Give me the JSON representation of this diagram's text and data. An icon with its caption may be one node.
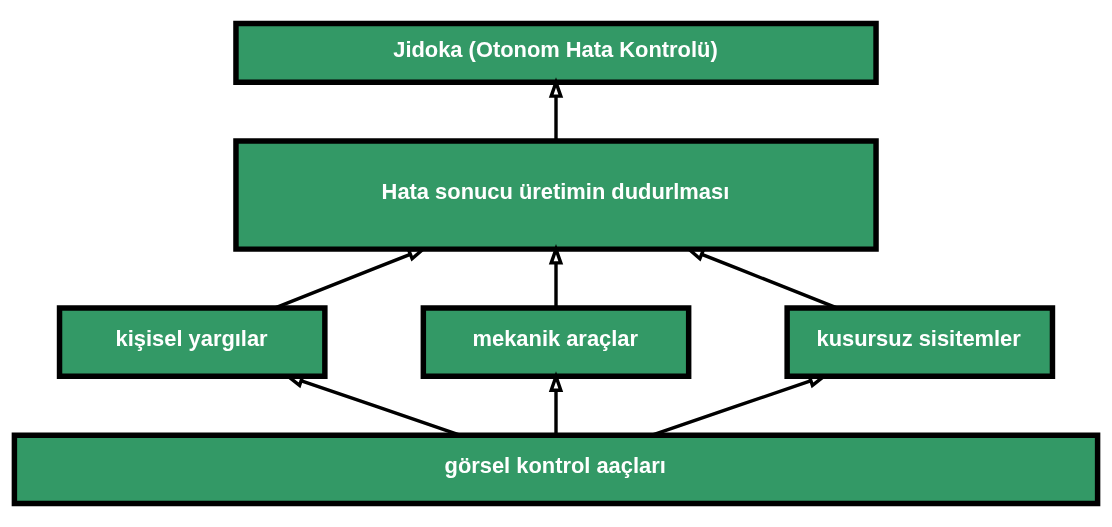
{
  "diagram": {
    "nodes": [
      {
        "text": [
          "Jidoka (Otonom Hata Kontrolü)"
        ]
      },
      {
        "text": [
          "Hata sonucu üretimin dudurlması"
        ]
      },
      {
        "text": [
          "kişisel yargılar"
        ]
      },
      {
        "text": [
          "mekanik araçlar"
        ]
      },
      {
        "text": [
          "kusursuz sisitemler"
        ]
      },
      {
        "text": [
          "görsel kontrol aaçları"
        ]
      }
    ],
    "edges": [
      {
        "from": 1,
        "to": 0,
        "arrow": "to"
      },
      {
        "from": 2,
        "to": 1,
        "arrow": "to"
      },
      {
        "from": 3,
        "to": 1,
        "arrow": "to"
      },
      {
        "from": 4,
        "to": 1,
        "arrow": "to"
      },
      {
        "from": 5,
        "to": 2,
        "arrow": "to"
      },
      {
        "from": 5,
        "to": 3,
        "arrow": "to"
      },
      {
        "from": 5,
        "to": 4,
        "arrow": "to"
      }
    ]
  }
}
